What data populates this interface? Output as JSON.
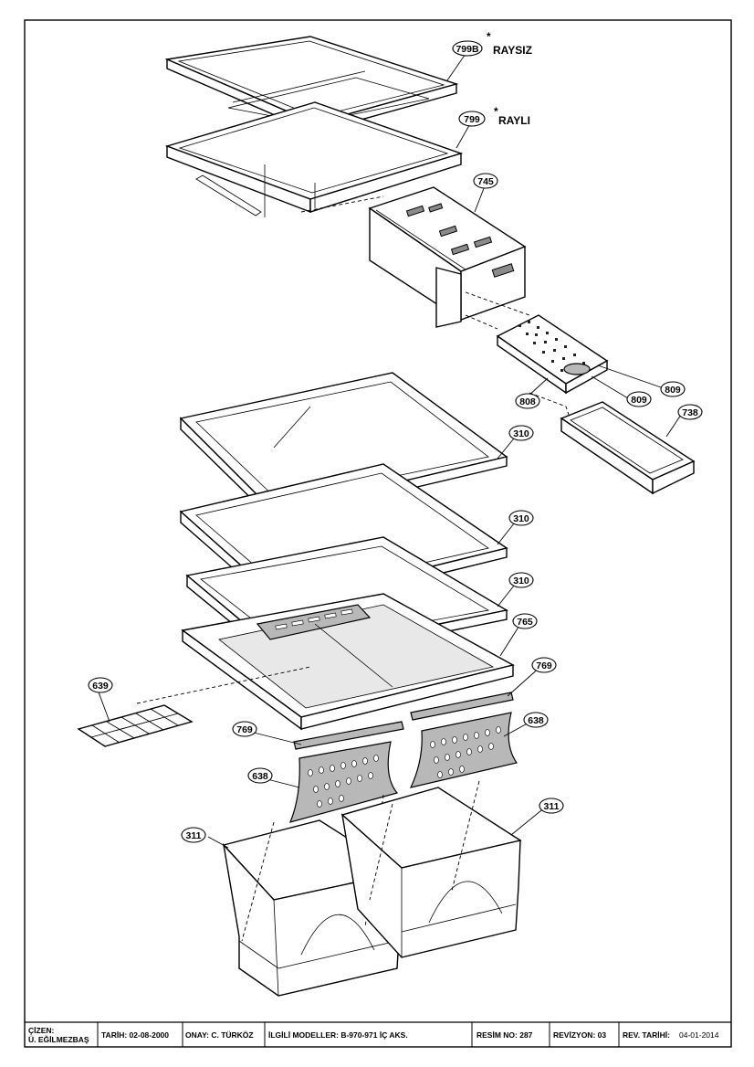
{
  "callouts": [
    {
      "id": "c799b",
      "label": "799B",
      "note": "RAYSIZ"
    },
    {
      "id": "c799",
      "label": "799",
      "note": "RAYLI"
    },
    {
      "id": "c745",
      "label": "745"
    },
    {
      "id": "c809a",
      "label": "809"
    },
    {
      "id": "c809b",
      "label": "809"
    },
    {
      "id": "c808",
      "label": "808"
    },
    {
      "id": "c738",
      "label": "738"
    },
    {
      "id": "c310a",
      "label": "310"
    },
    {
      "id": "c310b",
      "label": "310"
    },
    {
      "id": "c310c",
      "label": "310"
    },
    {
      "id": "c765",
      "label": "765"
    },
    {
      "id": "c639",
      "label": "639"
    },
    {
      "id": "c769a",
      "label": "769"
    },
    {
      "id": "c769b",
      "label": "769"
    },
    {
      "id": "c638a",
      "label": "638"
    },
    {
      "id": "c638b",
      "label": "638"
    },
    {
      "id": "c311a",
      "label": "311"
    },
    {
      "id": "c311b",
      "label": "311"
    }
  ],
  "asterisk": "*",
  "title_block": {
    "cizen_label": "ÇİZEN:",
    "cizen_value": "Ü. EĞİLMEZBAŞ",
    "tarih": "TARİH: 02-08-2000",
    "onay": "ONAY: C. TÜRKÖZ",
    "modeller": "İLGİLİ MODELLER: B-970-971 İÇ AKS.",
    "resim_no": "RESİM NO: 287",
    "revizyon": "REVİZYON: 03",
    "rev_tarihi_label": "REV. TARİHİ:",
    "rev_tarihi_value": "04-01-2014"
  }
}
